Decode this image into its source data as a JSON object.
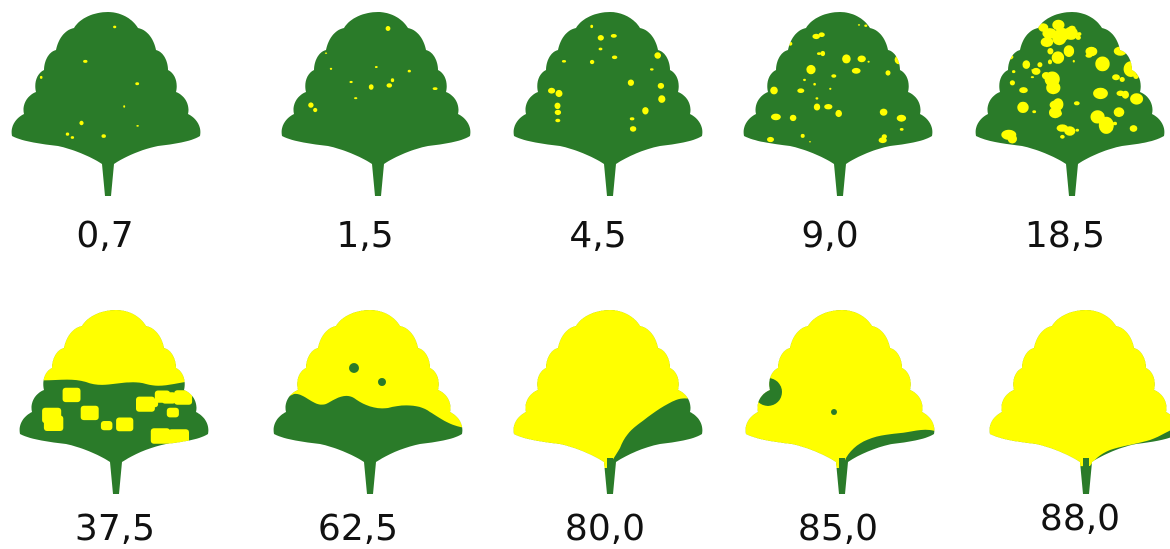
{
  "colors": {
    "healthy": "#2a7b29",
    "diseased": "#ffff00",
    "text": "#111111",
    "background": "#ffffff"
  },
  "leaves": [
    {
      "label": "0,7",
      "severity_percent": 0.7
    },
    {
      "label": "1,5",
      "severity_percent": 1.5
    },
    {
      "label": "4,5",
      "severity_percent": 4.5
    },
    {
      "label": "9,0",
      "severity_percent": 9.0
    },
    {
      "label": "18,5",
      "severity_percent": 18.5
    },
    {
      "label": "37,5",
      "severity_percent": 37.5
    },
    {
      "label": "62,5",
      "severity_percent": 62.5
    },
    {
      "label": "80,0",
      "severity_percent": 80.0
    },
    {
      "label": "85,0",
      "severity_percent": 85.0
    },
    {
      "label": "88,0",
      "severity_percent": 88.0
    }
  ]
}
